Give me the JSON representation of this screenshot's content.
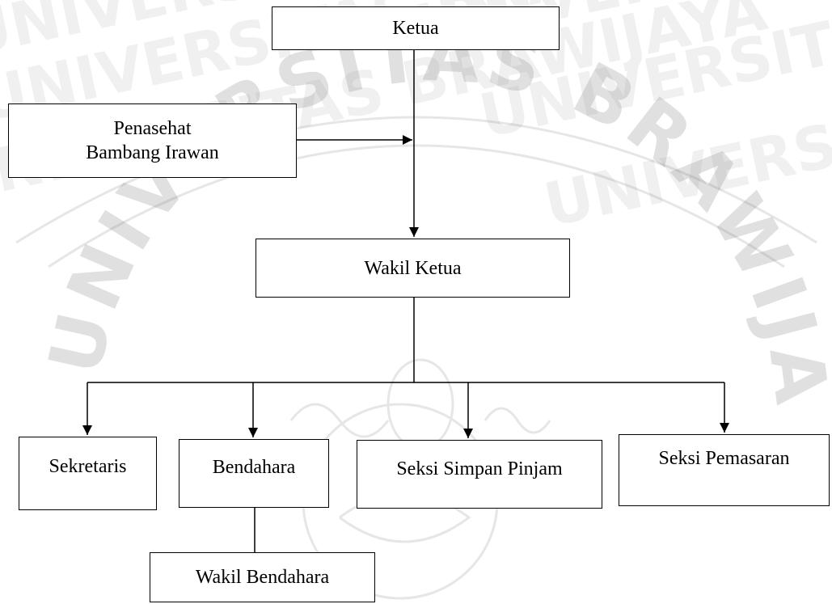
{
  "diagram": {
    "ketua": "Ketua",
    "penasehat": {
      "line1": "Penasehat",
      "line2": "Bambang Irawan"
    },
    "wakil_ketua": "Wakil Ketua",
    "sekretaris": "Sekretaris",
    "bendahara": "Bendahara",
    "seksi_simpan_pinjam": "Seksi Simpan Pinjam",
    "seksi_pemasaran": "Seksi Pemasaran",
    "wakil_bendahara": "Wakil Bendahara"
  },
  "watermark": {
    "text": "UNIVERSITAS BRAWIJAYA",
    "color": "#9a9a9a"
  }
}
